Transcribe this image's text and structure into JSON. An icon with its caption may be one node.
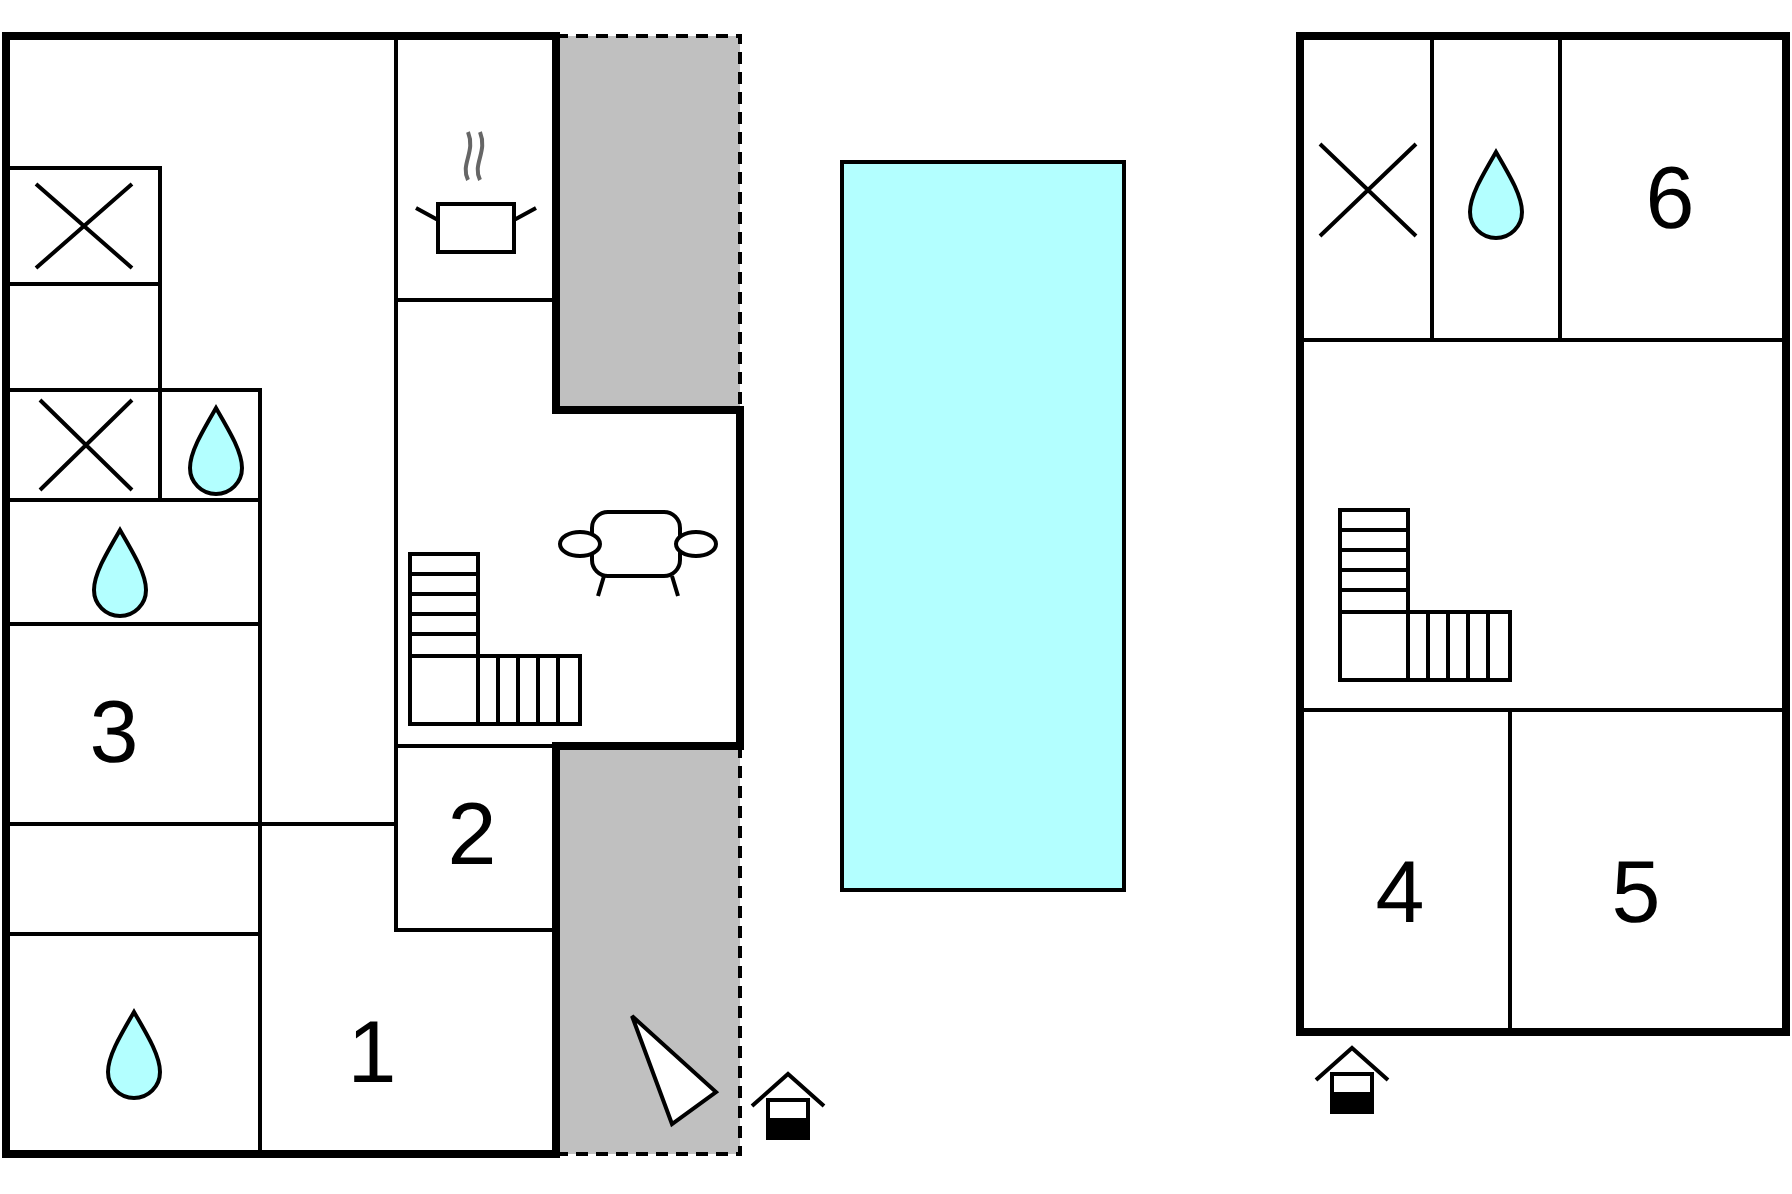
{
  "diagram": {
    "labels": [
      "6",
      "3",
      "2",
      "4",
      "5",
      "1"
    ]
  }
}
